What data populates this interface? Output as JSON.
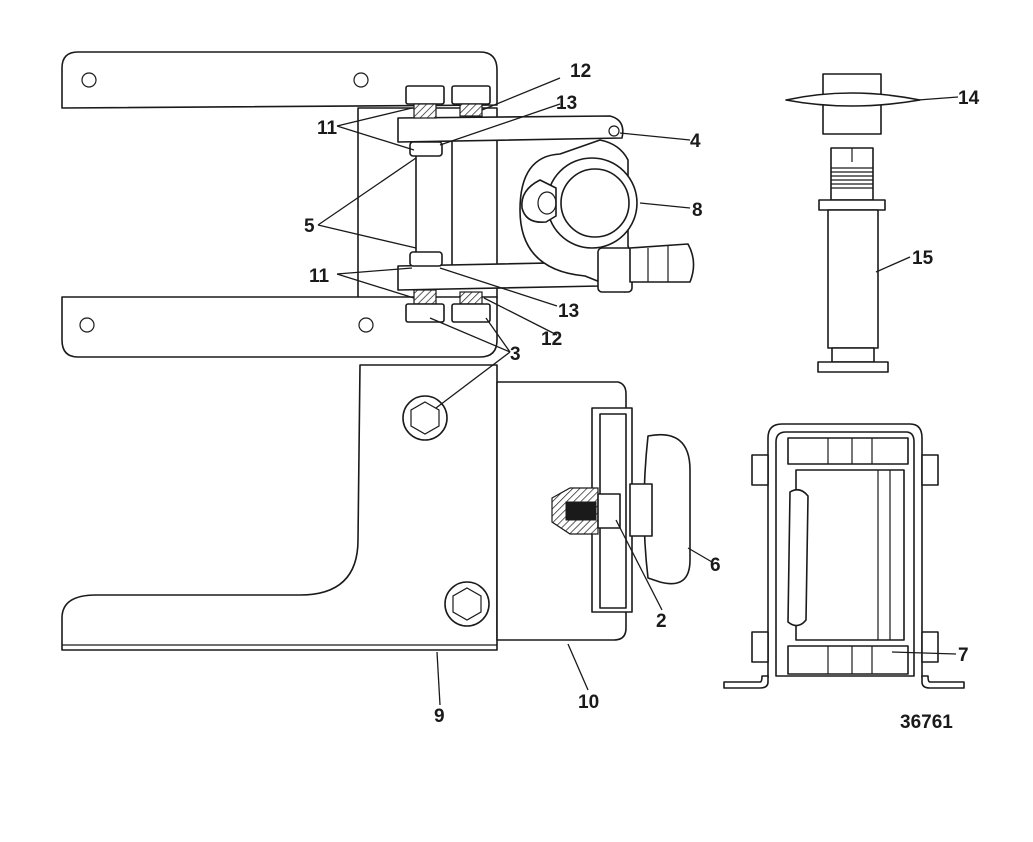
{
  "diagram": {
    "callouts": {
      "c2": "2",
      "c3": "3",
      "c4": "4",
      "c5": "5",
      "c6": "6",
      "c7": "7",
      "c8": "8",
      "c9": "9",
      "c10": "10",
      "c11_top": "11",
      "c11_bottom": "11",
      "c12_top": "12",
      "c12_bottom": "12",
      "c13_top": "13",
      "c13_bottom": "13",
      "c14": "14",
      "c15": "15"
    },
    "figure_number": "36761"
  }
}
